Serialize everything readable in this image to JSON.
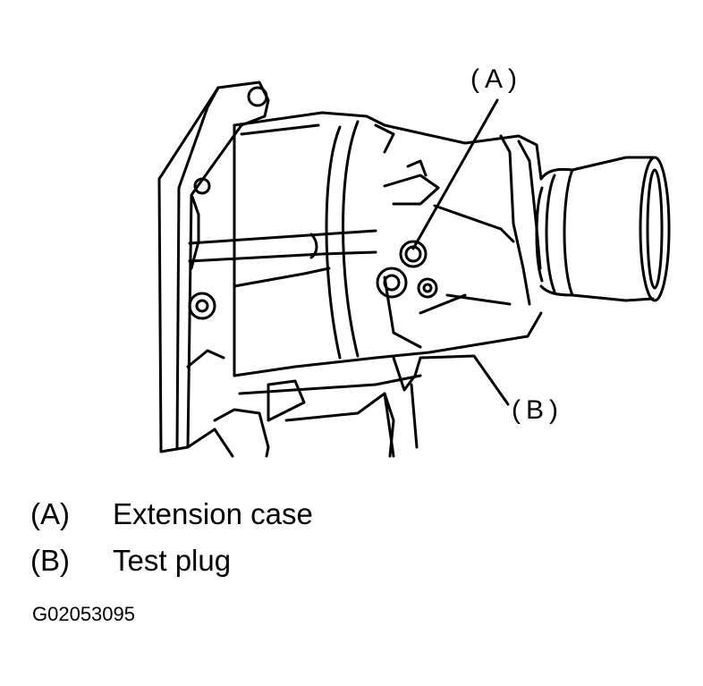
{
  "callouts": {
    "a": "(A)",
    "b": "(B)"
  },
  "legend": [
    {
      "key": "(A)",
      "label": "Extension case"
    },
    {
      "key": "(B)",
      "label": "Test plug"
    }
  ],
  "figure_code": "G02053095",
  "colors": {
    "line": "#000000",
    "background": "#ffffff"
  }
}
